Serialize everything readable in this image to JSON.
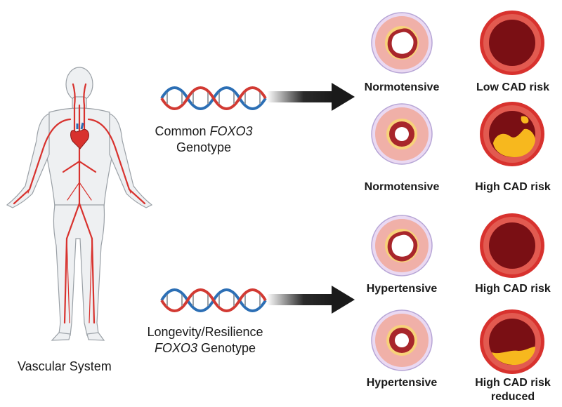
{
  "human": {
    "caption": "Vascular System",
    "icon": "human-vascular-system-icon"
  },
  "genotypes": [
    {
      "line1": "Common ",
      "gene": "FOXO3",
      "line2": "Genotype"
    },
    {
      "line1": "Longevity/Resilience",
      "gene": "FOXO3",
      "line2": " Genotype"
    }
  ],
  "outcomes": [
    {
      "bp": "Normotensive",
      "risk": "Low CAD risk",
      "risk2": ""
    },
    {
      "bp": "Normotensive",
      "risk": "High CAD risk",
      "risk2": ""
    },
    {
      "bp": "Hypertensive",
      "risk": "High CAD risk",
      "risk2": ""
    },
    {
      "bp": "Hypertensive",
      "risk": "High CAD risk",
      "risk2": "reduced"
    }
  ],
  "colors": {
    "artery_red": "#d8322e",
    "vessel_pink": "#f0b0a8",
    "plaque_yellow": "#f7b81e",
    "dna_blue": "#2c6fb5",
    "dna_red": "#d23a33"
  }
}
